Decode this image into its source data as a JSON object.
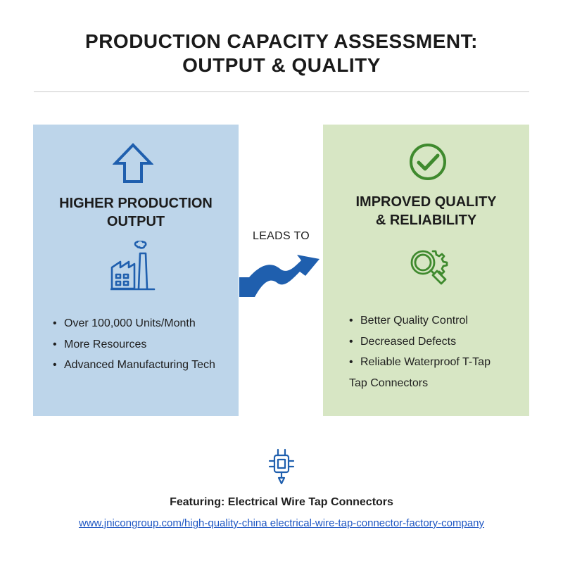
{
  "header": {
    "title_line1": "PRODUCTION CAPACITY ASSESSMENT:",
    "title_line2": "OUTPUT & QUALITY"
  },
  "left_panel": {
    "heading_line1": "HIGHER PRODUCTION",
    "heading_line2": "OUTPUT",
    "icons": [
      "arrow-up-outline-icon",
      "factory-icon"
    ],
    "bullets": [
      "Over 100,000 Units/Month",
      "More Resources",
      "Advanced Manufacturing Tech"
    ]
  },
  "connector": {
    "label": "LEADS TO",
    "icon": "wavy-arrow-right-icon"
  },
  "right_panel": {
    "heading_line1": "IMPROVED QUALITY",
    "heading_line2": "& RELIABILITY",
    "icons": [
      "check-circle-icon",
      "magnifier-gear-icon"
    ],
    "bullets": [
      "Better Quality Control",
      "Decreased Defects",
      "Reliable Waterproof T-Tap",
      "Tap Connectors"
    ]
  },
  "footer": {
    "icon": "wire-connector-icon",
    "featuring": "Featuring: Electrical Wire Tap Connectors",
    "link": "www.jnicongroup.com/high-quality-china electrical-wire-tap-connector-factory-company"
  },
  "colors": {
    "left_panel_bg": "#bdd5ea",
    "right_panel_bg": "#d7e6c4",
    "blue_accent": "#1f5fae",
    "green_accent": "#3f8a2e",
    "link": "#1f57c3"
  }
}
